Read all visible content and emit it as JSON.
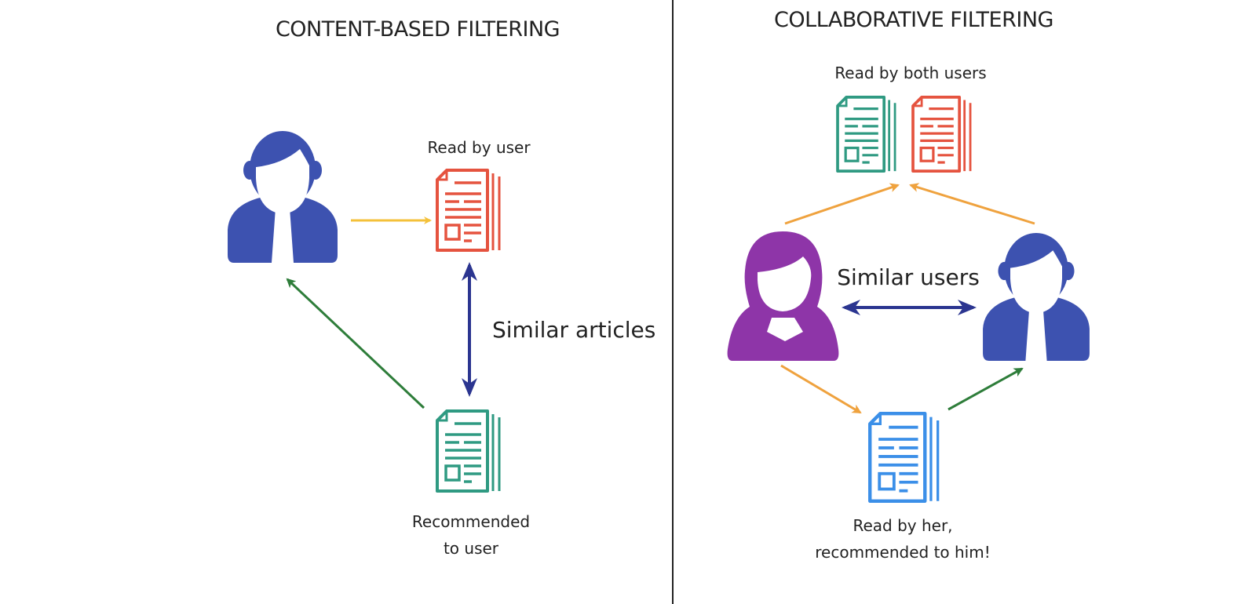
{
  "left_panel": {
    "title": "CONTENT-BASED FILTERING",
    "read_label": "Read by user",
    "similar_label": "Similar articles",
    "recommended_line1": "Recommended",
    "recommended_line2": "to user"
  },
  "right_panel": {
    "title": "COLLABORATIVE FILTERING",
    "read_both_label": "Read by both users",
    "similar_label": "Similar users",
    "read_her_line1": "Read by her,",
    "read_her_line2": "recommended to him!"
  },
  "colors": {
    "man": "#3d52b0",
    "woman": "#8e35a8",
    "doc_red": "#e5533f",
    "doc_teal": "#2f9a82",
    "doc_blue": "#3b8fe8",
    "arrow_yellow": "#f4c13a",
    "arrow_orange": "#efa23e",
    "arrow_green": "#2e7d3a",
    "arrow_navy": "#2b3590",
    "divider": "#222222"
  }
}
